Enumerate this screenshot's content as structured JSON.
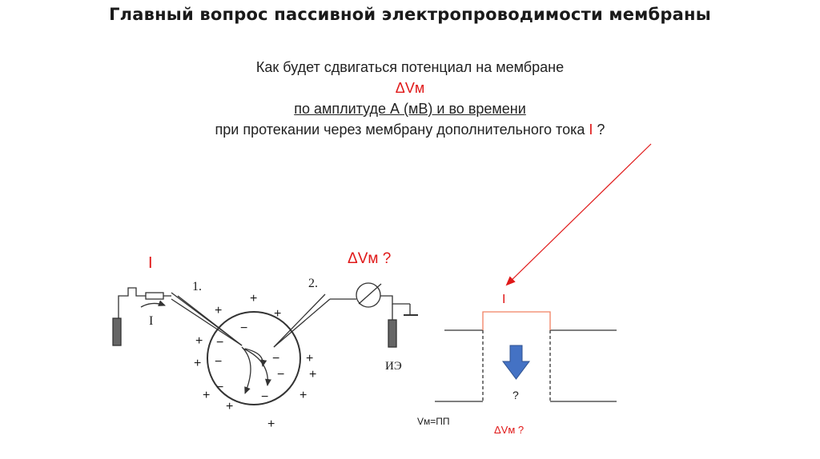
{
  "title": "Главный вопрос пассивной электропроводимости мембраны",
  "question": {
    "line1": "Как будет сдвигаться  потенциал на мембране",
    "line2": "ΔVм",
    "line3": "по амплитуде А (мВ) и во времени",
    "line4_prefix": "при протекании через мембрану  дополнительного тока ",
    "line4_current": "I",
    "line4_suffix": " ?"
  },
  "cell_diagram": {
    "current_label_red": "I",
    "delta_v_question": "ΔVм ?",
    "electrode_1": "1.",
    "electrode_2": "2.",
    "current_label": "I",
    "reference_electrode": "ИЭ",
    "plus_sign": "+",
    "minus_sign": "−"
  },
  "graph": {
    "current_label": "I",
    "rest_label": "Vм=ПП",
    "question_mark": "?",
    "delta_v_question": "ΔVм ?"
  },
  "colors": {
    "accent_red": "#e01818",
    "arrow_blue": "#4472c4",
    "pulse_orange": "#f08060"
  }
}
